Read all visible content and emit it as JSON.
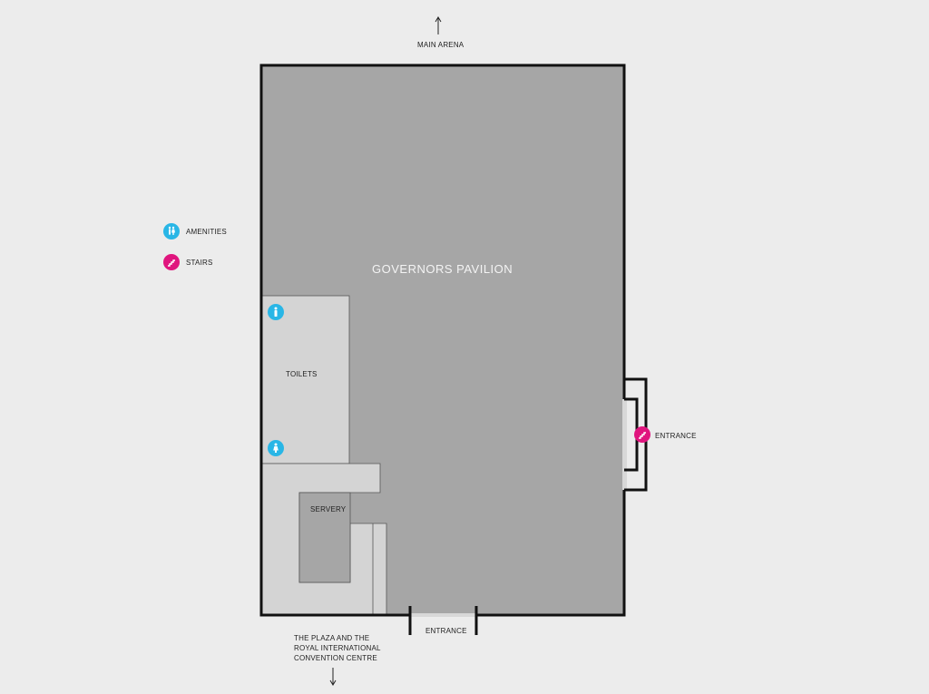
{
  "map": {
    "title": "GOVERNORS PAVILION",
    "north_label": "MAIN ARENA",
    "south_label_lines": [
      "THE PLAZA AND THE",
      "ROYAL INTERNATIONAL",
      "CONVENTION CENTRE"
    ],
    "rooms": {
      "toilets": "TOILETS",
      "servery": "SERVERY"
    },
    "entrances": {
      "east": "ENTRANCE",
      "south": "ENTRANCE"
    }
  },
  "legend": {
    "amenities": {
      "label": "AMENITIES",
      "icon": "amenities-icon",
      "color": "#29b6e6"
    },
    "stairs": {
      "label": "STAIRS",
      "icon": "stairs-icon",
      "color": "#e0157e"
    }
  },
  "colors": {
    "background": "#ececec",
    "hall": "#a6a6a6",
    "room": "#d4d4d4",
    "wall": "#111111"
  }
}
